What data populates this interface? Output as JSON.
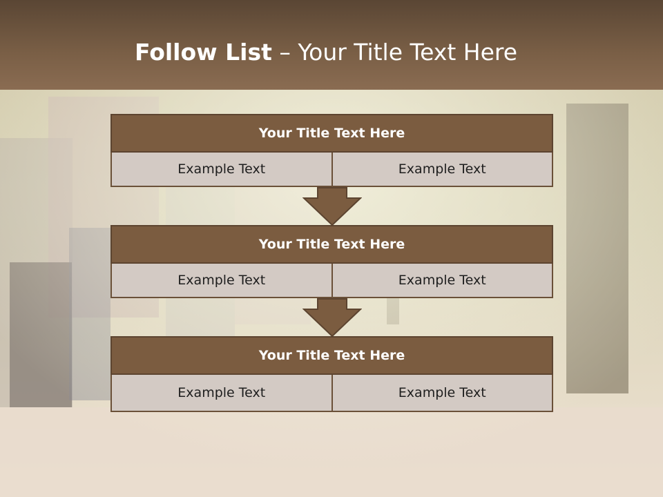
{
  "slide": {
    "title_bold": "Follow List",
    "title_rest": " – Your Title Text Here"
  },
  "blocks": [
    {
      "title": "Your Title Text Here",
      "items": [
        "Example Text",
        "Example Text"
      ]
    },
    {
      "title": "Your Title Text Here",
      "items": [
        "Example Text",
        "Example Text"
      ]
    },
    {
      "title": "Your Title Text Here",
      "items": [
        "Example Text",
        "Example Text"
      ]
    }
  ],
  "colors": {
    "header": "#7a5f46",
    "block_title": "#7b5c40",
    "cell": "#d3cac4",
    "arrow": "#7b5c40"
  }
}
